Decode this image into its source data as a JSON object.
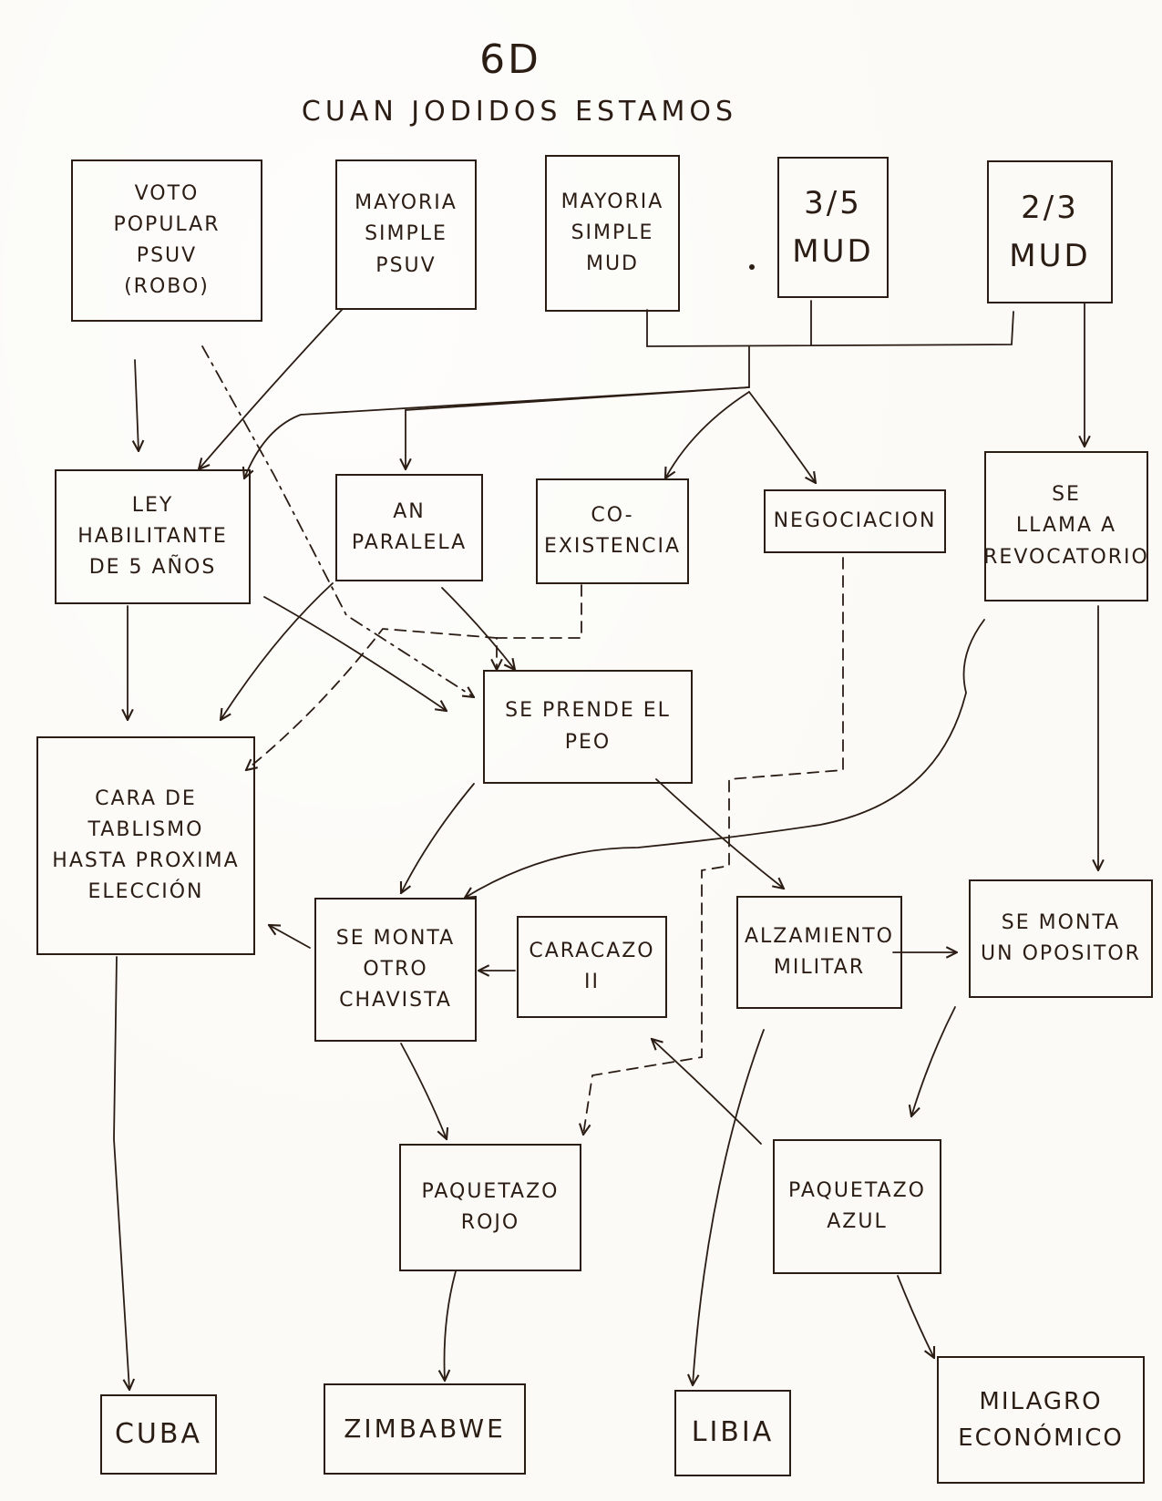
{
  "title": "6D",
  "subtitle": "CUAN JODIDOS ESTAMOS",
  "nodes": {
    "voto_popular": "VOTO POPULAR\nPSUV\n(ROBO)",
    "mayoria_simple_psuv": "MAYORIA\nSIMPLE\nPSUV",
    "mayoria_simple_mud": "MAYORIA\nSIMPLE\nMUD",
    "tres_quintos_mud": "3/5\nMUD",
    "dos_tercios_mud": "2/3\nMUD",
    "ley_habilitante": "LEY\nHABILITANTE\nDE 5 AÑOS",
    "an_paralela": "AN\nPARALELA",
    "co_existencia": "CO-\nEXISTENCIA",
    "negociacion": "NEGOCIACION",
    "revocatorio": "SE\nLLAMA A\nREVOCATORIO",
    "se_prende": "SE PRENDE EL\nPEO",
    "cara_tablismo": "CARA DE\nTABLISMO\nHASTA PROXIMA\nELECCIÓN",
    "otro_chavista": "SE MONTA\nOTRO\nCHAVISTA",
    "caracazo": "CARACAZO\nII",
    "alzamiento": "ALZAMIENTO\nMILITAR",
    "opositor": "SE MONTA\nUN OPOSITOR",
    "paquetazo_rojo": "PAQUETAZO\nROJO",
    "paquetazo_azul": "PAQUETAZO\nAZUL",
    "cuba": "CUBA",
    "zimbabwe": "ZIMBABWE",
    "libia": "LIBIA",
    "milagro": "MILAGRO\nECONÓMICO"
  },
  "colors": {
    "ink": "#2b1c14",
    "paper": "#fbfaf6"
  }
}
